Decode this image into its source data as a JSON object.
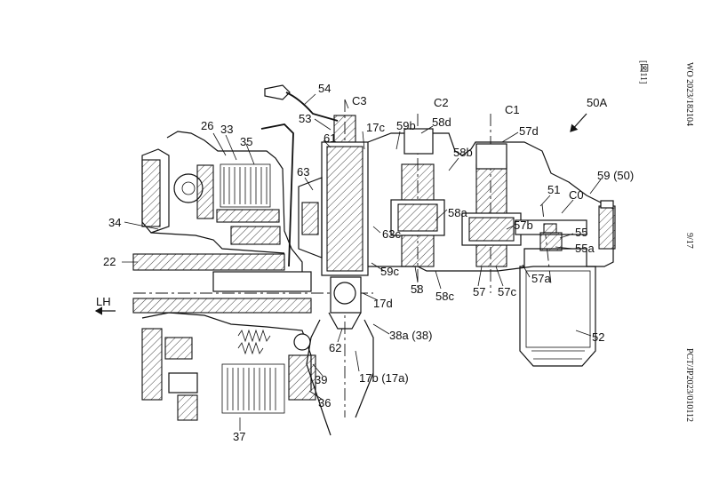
{
  "header": {
    "publication": "WO 2023/182104",
    "figure": "[図11]",
    "page": "9/17",
    "application": "PCT/JP2023/010112"
  },
  "title": "50A",
  "labels": {
    "l54": "54",
    "lC3": "C3",
    "lC2": "C2",
    "lC1": "C1",
    "l53": "53",
    "l17c": "17c",
    "l59b": "59b",
    "l58d": "58d",
    "l57d": "57d",
    "l61": "61",
    "l26": "26",
    "l33": "33",
    "l35": "35",
    "l58b": "58b",
    "l51": "51",
    "lC0": "C0",
    "l59_50": "59 (50)",
    "l63": "63",
    "l58a": "58a",
    "l57b": "57b",
    "l34": "34",
    "l55": "55",
    "l55a": "55a",
    "l63c": "63c",
    "l22": "22",
    "l59c": "59c",
    "l57a": "57a",
    "l58": "58",
    "l58c": "58c",
    "l57": "57",
    "l57c": "57c",
    "l17d": "17d",
    "lLH": "LH",
    "l52": "52",
    "l38a": "38a (38)",
    "l62": "62",
    "l39": "39",
    "l17b": "17b (17a)",
    "l36": "36",
    "l37": "37"
  }
}
